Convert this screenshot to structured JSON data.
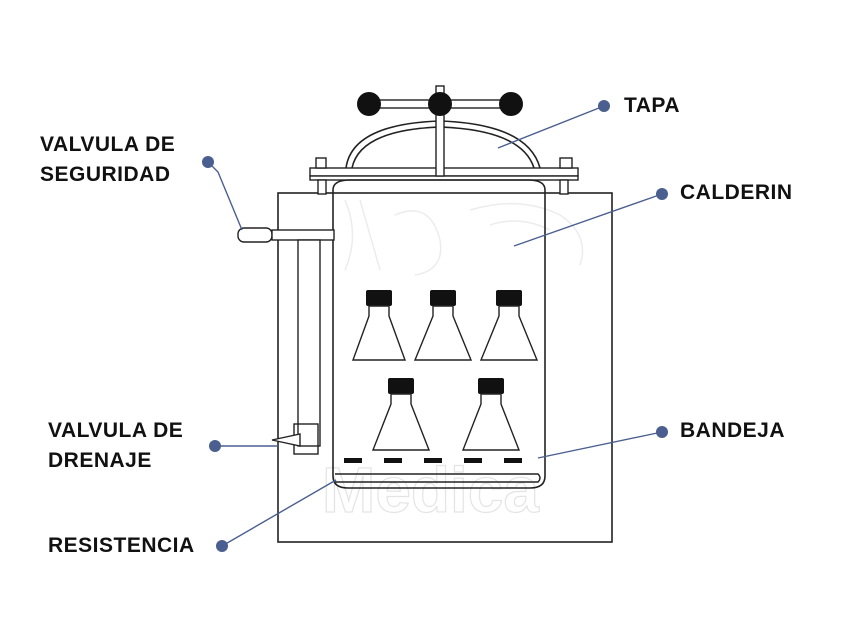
{
  "labels": {
    "tapa": "TAPA",
    "calderin": "CALDERIN",
    "bandeja": "BANDEJA",
    "valvula_seguridad_1": "VALVULA DE",
    "valvula_seguridad_2": "SEGURIDAD",
    "valvula_drenaje_1": "VALVULA DE",
    "valvula_drenaje_2": "DRENAJE",
    "resistencia": "RESISTENCIA"
  },
  "watermark": "Medica",
  "colors": {
    "callout": "#4a5f8f",
    "outline": "#222222",
    "cap": "#111111",
    "label": "#111111"
  }
}
